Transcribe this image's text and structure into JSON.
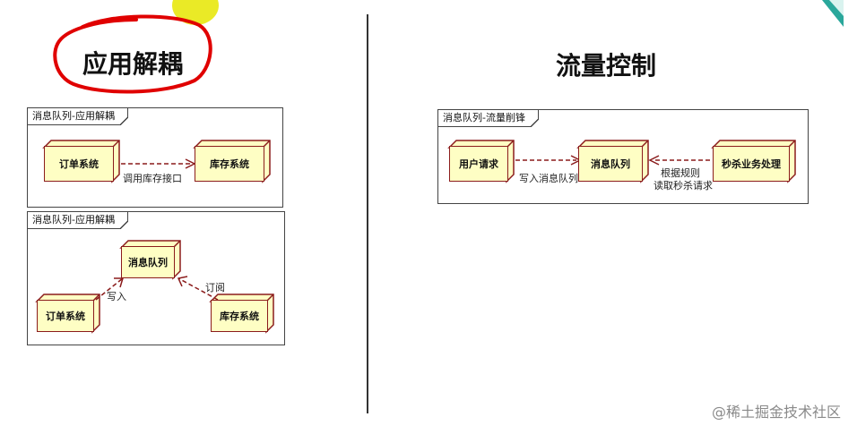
{
  "left": {
    "title": "应用解耦",
    "diagram1": {
      "frame_label": "消息队列-应用解耦",
      "node_a": "订单系统",
      "node_b": "库存系统",
      "edge": "调用库存接口"
    },
    "diagram2": {
      "frame_label": "消息队列-应用解耦",
      "queue": "消息队列",
      "node_a": "订单系统",
      "node_b": "库存系统",
      "edge_a": "写入",
      "edge_b": "订阅"
    }
  },
  "right": {
    "title": "流量控制",
    "diagram": {
      "frame_label": "消息队列-流量削锋",
      "node_a": "用户请求",
      "queue": "消息队列",
      "node_b": "秒杀业务处理",
      "edge_a": "写入消息队列",
      "edge_b_line1": "根据规则",
      "edge_b_line2": "读取秒杀请求"
    }
  },
  "watermark": "@稀土掘金技术社区",
  "colors": {
    "node_fill": "#fefec4",
    "node_border": "#8b1c1c",
    "annotation": "#e00000",
    "highlight": "#e6e600",
    "corner_accent": "#2aa79b"
  }
}
